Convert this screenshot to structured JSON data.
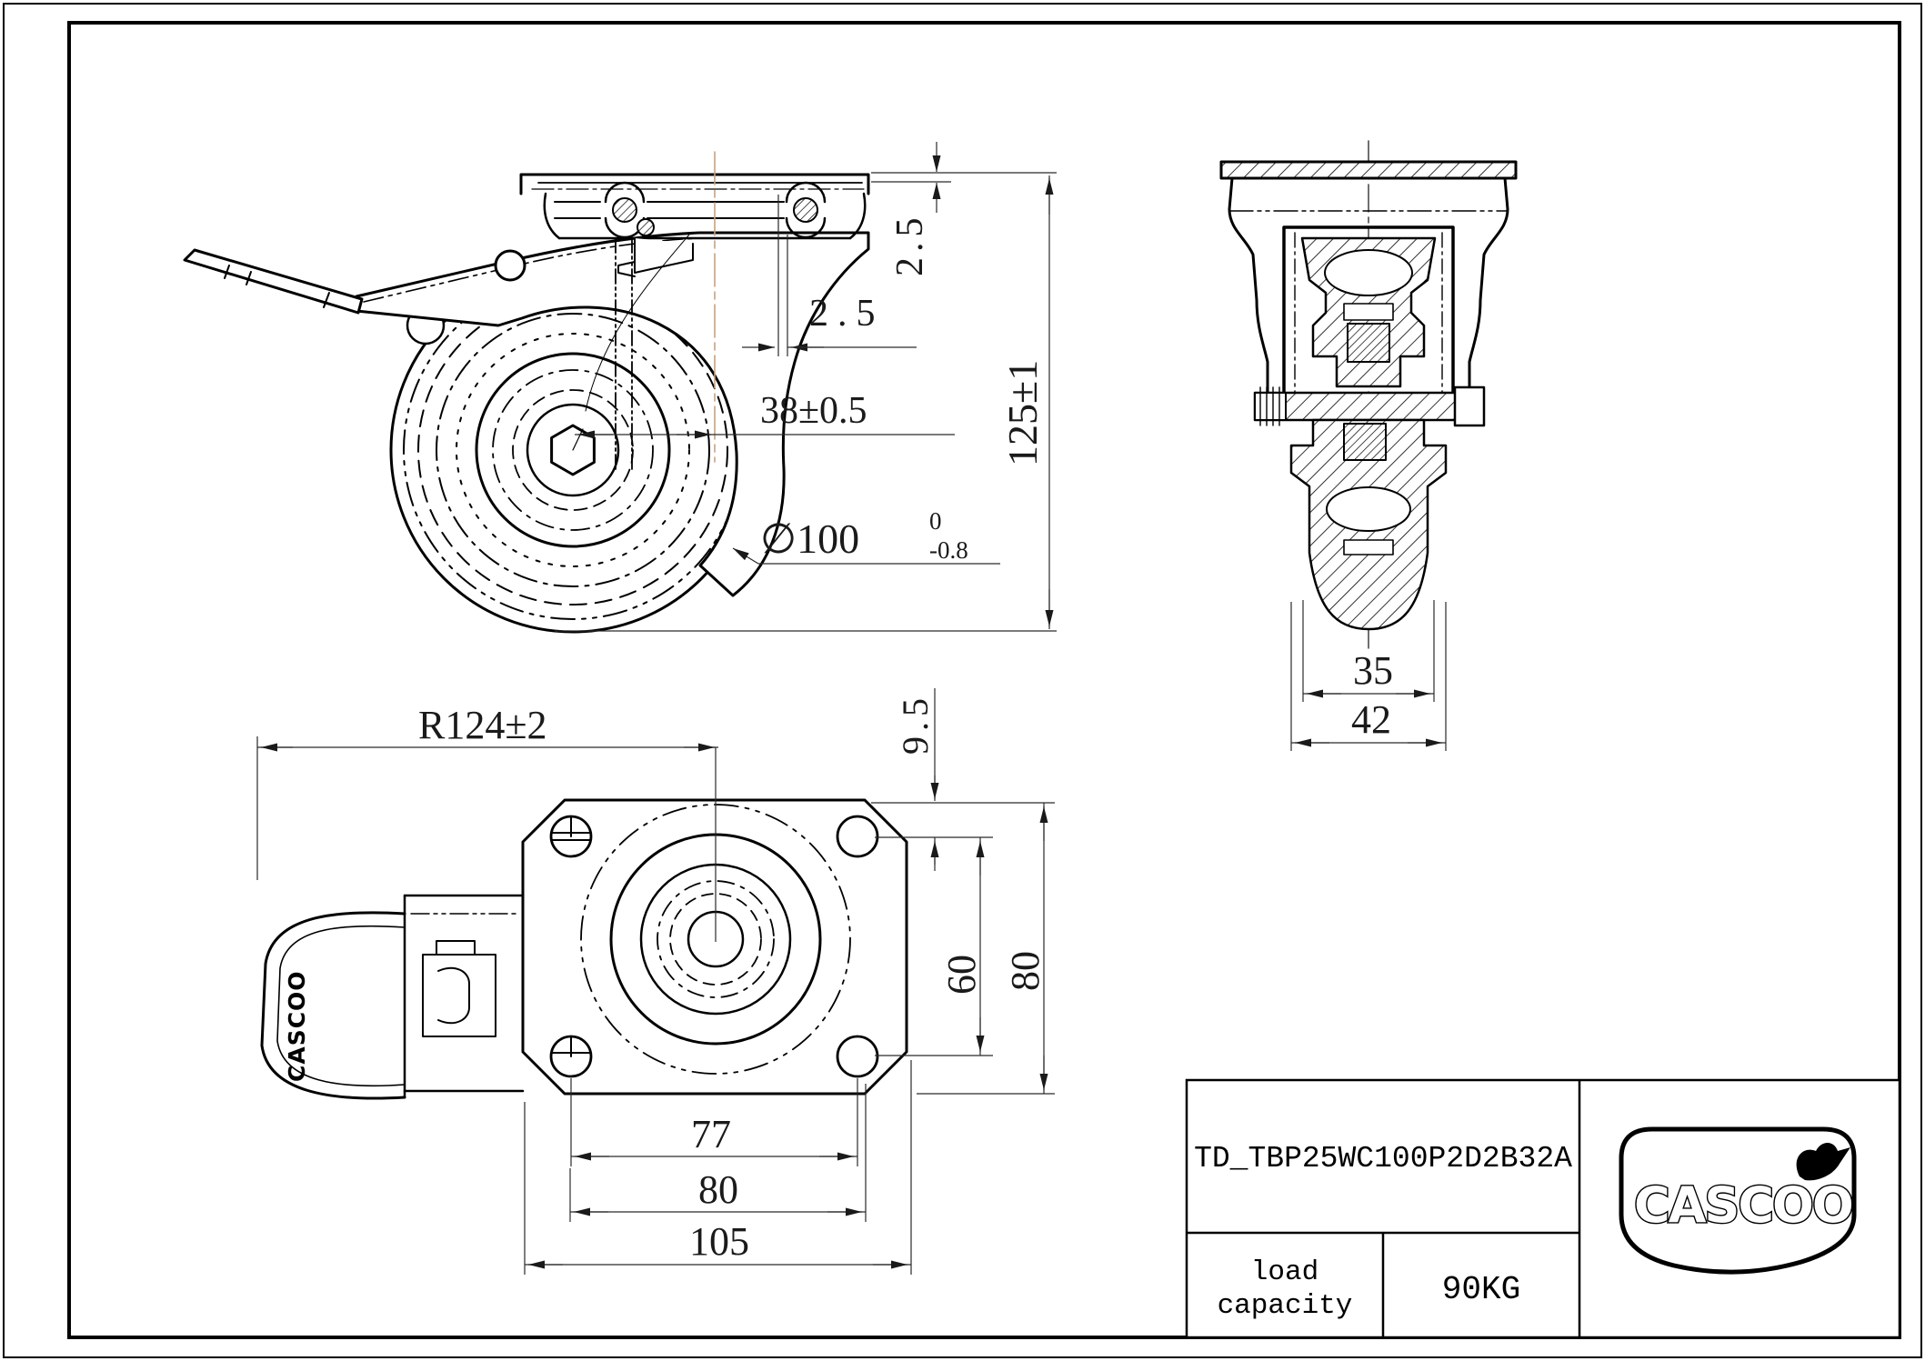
{
  "colors": {
    "background": "#ffffff",
    "line": "#000000",
    "dimension": "#2a2a2a",
    "centerline_accent": "#c8a27c"
  },
  "dimensions": {
    "side_view": {
      "plate_thickness": "2.5",
      "raceway_offset": "2.5",
      "swivel_offset": "38±0.5",
      "overall_height": "125±1",
      "wheel_diameter_nominal": "∅100",
      "wheel_diameter_tol_upper": "0",
      "wheel_diameter_tol_lower": "-0.8"
    },
    "front_view": {
      "tread_width": "35",
      "overall_width": "42"
    },
    "bottom_view": {
      "swivel_radius": "R124±2",
      "hole_to_edge": "9.5",
      "bolt_spacing_vertical": "60",
      "plate_depth": "80",
      "bolt_spacing_horizontal": "77",
      "slot_spacing": "80",
      "plate_width": "105"
    }
  },
  "title_block": {
    "part_number": "TD_TBP25WC100P2D2B32A",
    "load_capacity_label_line1": "load",
    "load_capacity_label_line2": "capacity",
    "load_capacity_value": "90KG",
    "brand": "CASCOO"
  },
  "pedal_brand_text": "CASCOO"
}
